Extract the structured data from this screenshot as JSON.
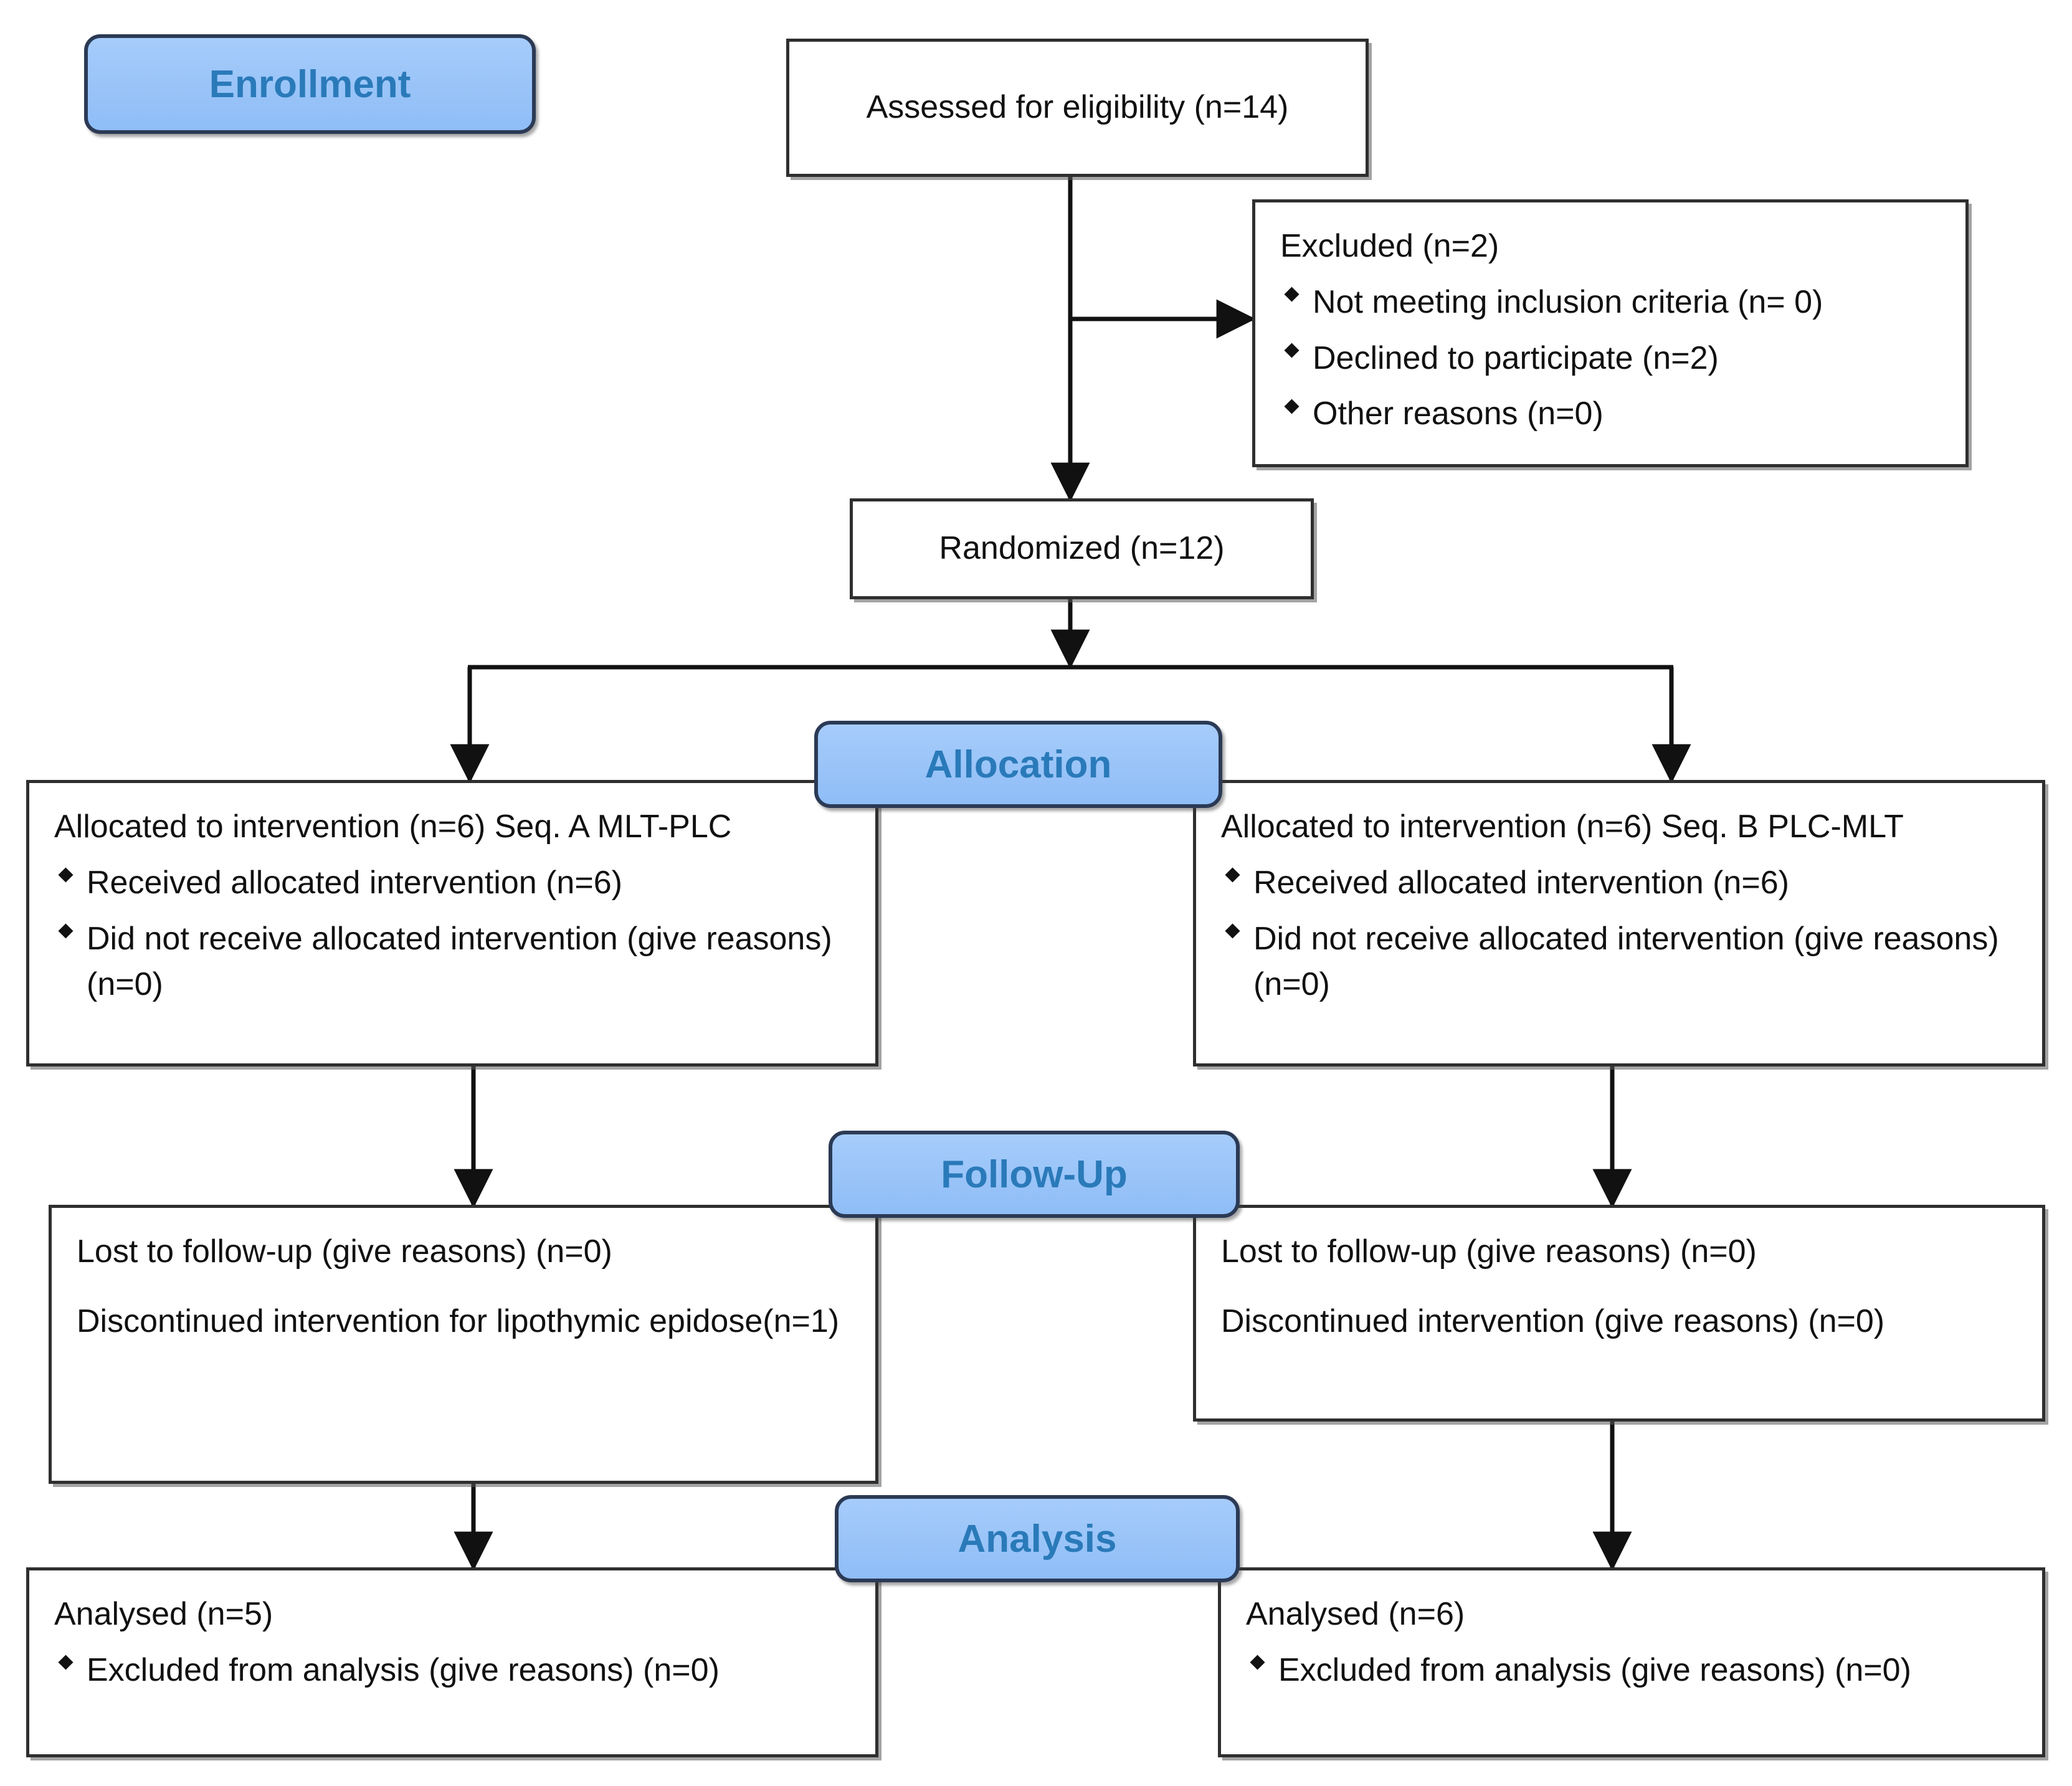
{
  "diagram": {
    "title": "CONSORT participant flow diagram",
    "colors": {
      "badge_fill": "#9dc6f5",
      "badge_border": "#2b3a55",
      "badge_text": "#2a7ab9",
      "box_border": "#2f2f2f",
      "text": "#111111",
      "background": "#ffffff"
    }
  },
  "stages": {
    "enrollment": "Enrollment",
    "allocation": "Allocation",
    "follow_up": "Follow-Up",
    "analysis": "Analysis"
  },
  "boxes": {
    "assessed": {
      "text": "Assessed for eligibility (n=14)"
    },
    "excluded": {
      "heading": "Excluded  (n=2)",
      "items": [
        "Not meeting inclusion criteria (n= 0)",
        "Declined to participate (n=2)",
        "Other reasons (n=0)"
      ]
    },
    "randomized": {
      "text": "Randomized (n=12)"
    },
    "allocated_left": {
      "heading": "Allocated to intervention (n=6) Seq. A MLT-PLC",
      "items": [
        "Received allocated intervention (n=6)",
        "Did not receive allocated intervention (give reasons) (n=0)"
      ]
    },
    "allocated_right": {
      "heading": "Allocated to intervention (n=6) Seq. B PLC-MLT",
      "items": [
        "Received allocated intervention (n=6)",
        "Did not receive allocated intervention (give reasons) (n=0)"
      ]
    },
    "followup_left": {
      "line1": "Lost to follow-up (give reasons) (n=0)",
      "line2": "Discontinued intervention for lipothymic epidose(n=1)"
    },
    "followup_right": {
      "line1": "Lost to follow-up (give reasons) (n=0)",
      "line2": "Discontinued intervention (give reasons) (n=0)"
    },
    "analysis_left": {
      "heading": "Analysed  (n=5)",
      "items": [
        "Excluded from analysis (give reasons) (n=0)"
      ]
    },
    "analysis_right": {
      "heading": "Analysed  (n=6)",
      "items": [
        "Excluded from analysis (give reasons) (n=0)"
      ]
    }
  }
}
